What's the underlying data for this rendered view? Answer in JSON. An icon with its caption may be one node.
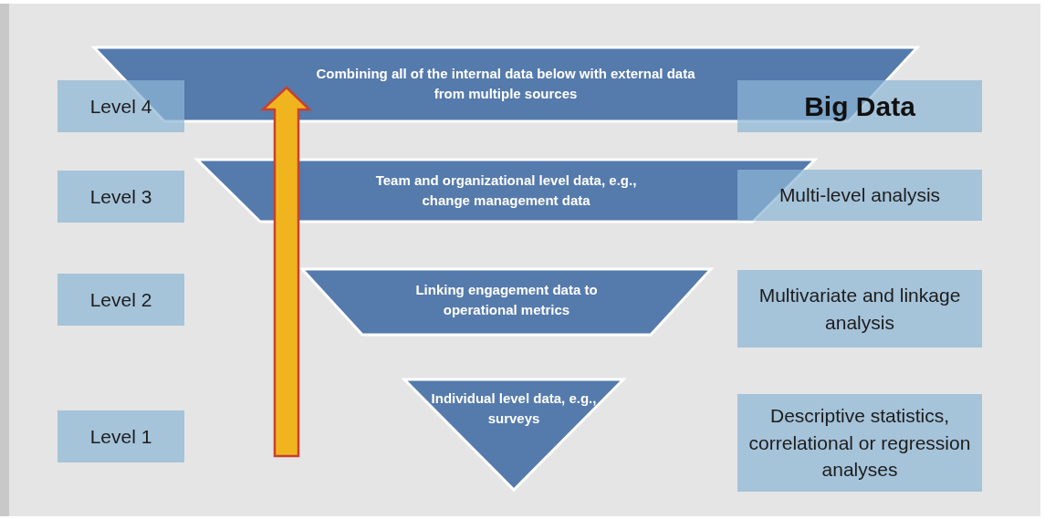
{
  "diagram": {
    "nodes": [
      {
        "text": [
          "Level 4"
        ]
      },
      {
        "text": [
          "Combining all of the internal data below with external data from multiple sources"
        ]
      },
      {
        "text": [
          "Big Data"
        ]
      },
      {
        "text": [
          "Level 3"
        ]
      },
      {
        "text": [
          "Team and organizational level data, e.g., change management data"
        ]
      },
      {
        "text": [
          "Multi-level analysis"
        ]
      },
      {
        "text": [
          "Level 2"
        ]
      },
      {
        "text": [
          "Linking engagement data to operational metrics"
        ]
      },
      {
        "text": [
          "Multivariate and linkage analysis"
        ]
      },
      {
        "text": [
          "Level 1"
        ]
      },
      {
        "text": [
          "Individual level data, e.g., surveys"
        ]
      },
      {
        "text": [
          "Descriptive statistics, correlational or regression analyses"
        ]
      }
    ]
  }
}
